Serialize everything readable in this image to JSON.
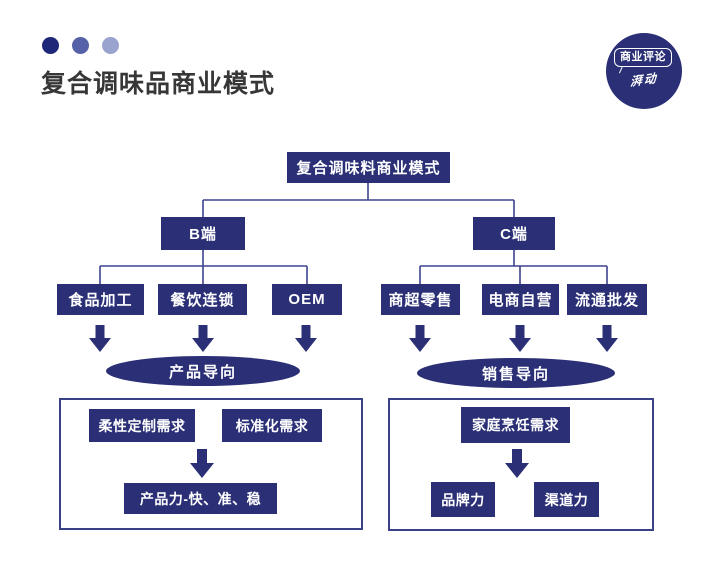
{
  "header": {
    "title": "复合调味品商业模式",
    "logo": {
      "bubble_text": "商业评论",
      "script_text": "湃动"
    }
  },
  "colors": {
    "navy": "#2a2f76",
    "connector_line": "#3e4490",
    "dot1": "#1f2878",
    "dot2": "#5562a8",
    "dot3": "#99a3ce",
    "title_text": "#373737",
    "box_text": "#ffffff"
  },
  "diagram": {
    "root_label": "复合调味料商业模式",
    "b_label": "B端",
    "c_label": "C端",
    "b_children": [
      "食品加工",
      "餐饮连锁",
      "OEM"
    ],
    "c_children": [
      "商超零售",
      "电商自营",
      "流通批发"
    ],
    "b_orientation": "产品导向",
    "c_orientation": "销售导向",
    "b_panel": {
      "needs": [
        "柔性定制需求",
        "标准化需求"
      ],
      "result": "产品力-快、准、稳"
    },
    "c_panel": {
      "need": "家庭烹饪需求",
      "results": [
        "品牌力",
        "渠道力"
      ]
    }
  }
}
